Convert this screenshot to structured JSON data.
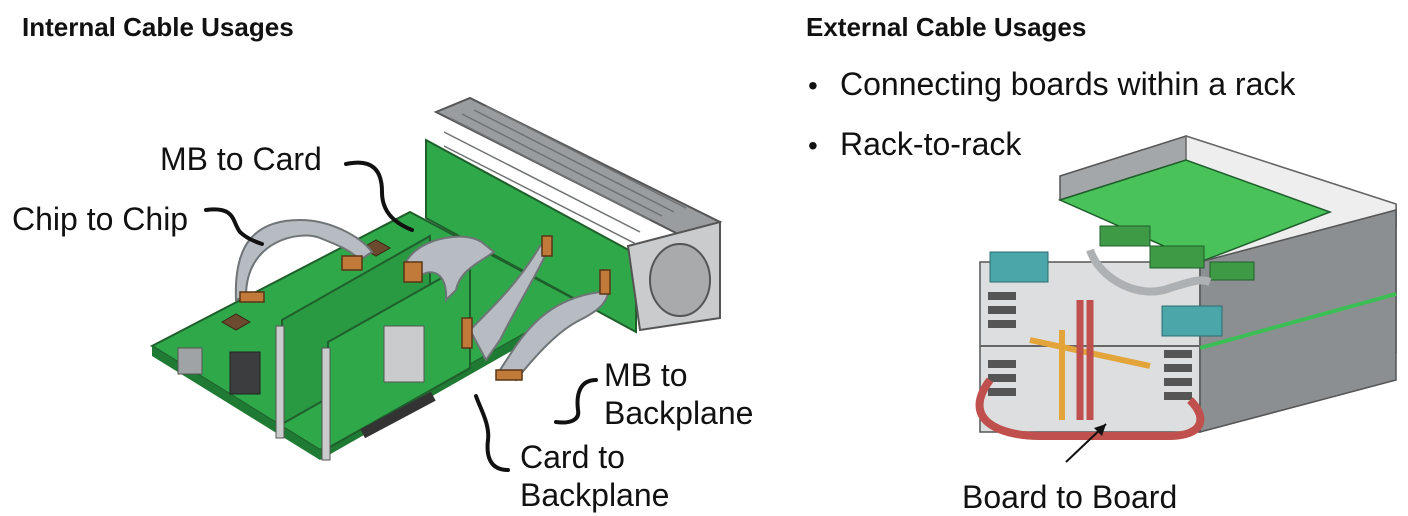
{
  "internal": {
    "heading": "Internal Cable Usages",
    "labels": {
      "chip_to_chip": "Chip to Chip",
      "mb_to_card": "MB to Card",
      "mb_to_backplane": [
        "MB to",
        "Backplane"
      ],
      "card_to_backplane": [
        "Card to",
        "Backplane"
      ]
    }
  },
  "external": {
    "heading": "External Cable Usages",
    "bullets": [
      "Connecting boards within a rack",
      "Rack-to-rack"
    ],
    "labels": {
      "board_to_board": "Board to Board"
    }
  },
  "colors": {
    "pcb_green": "#2fa84a",
    "pcb_dark": "#1f7a33",
    "cable_gray": "#b7bcc2",
    "chassis_gray": "#8c8f91",
    "teal": "#4aa6a8",
    "cable_red": "#c0504d",
    "cable_orange": "#e3a43a"
  }
}
